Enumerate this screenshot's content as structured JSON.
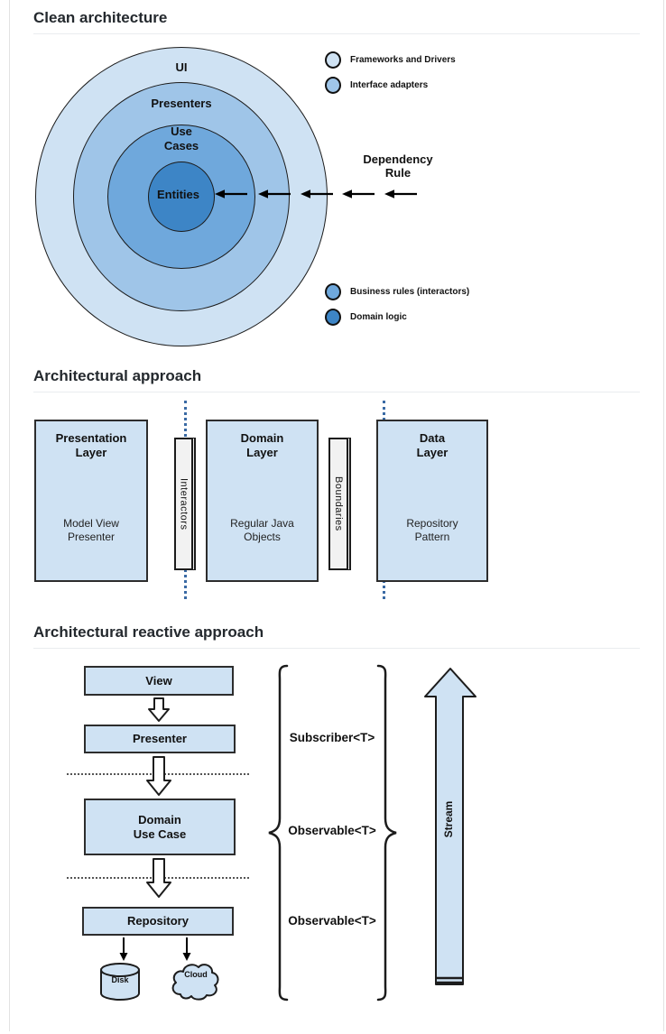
{
  "sections": {
    "clean": {
      "heading": "Clean architecture",
      "rings": [
        {
          "label": "UI",
          "color": "#cfe2f3"
        },
        {
          "label": "Presenters",
          "color": "#9fc5e8"
        },
        {
          "label": "Use\nCases",
          "color": "#6fa8dc"
        },
        {
          "label": "Entities",
          "color": "#3d85c6"
        }
      ],
      "dependency_rule_label": "Dependency\nRule",
      "legend_top": [
        {
          "label": "Frameworks and Drivers",
          "color": "#cfe2f3"
        },
        {
          "label": "Interface adapters",
          "color": "#9fc5e8"
        }
      ],
      "legend_bottom": [
        {
          "label": "Business rules (interactors)",
          "color": "#6fa8dc"
        },
        {
          "label": "Domain logic",
          "color": "#3d85c6"
        }
      ]
    },
    "approach": {
      "heading": "Architectural approach",
      "layers": [
        {
          "title": "Presentation\nLayer",
          "body": "Model View\nPresenter"
        },
        {
          "title": "Domain\nLayer",
          "body": "Regular Java\nObjects"
        },
        {
          "title": "Data\nLayer",
          "body": "Repository\nPattern"
        }
      ],
      "connectors": [
        {
          "label": "Interactors"
        },
        {
          "label": "Boundaries"
        }
      ]
    },
    "reactive": {
      "heading": "Architectural reactive approach",
      "flow": [
        {
          "label": "View"
        },
        {
          "label": "Presenter"
        },
        {
          "label": "Domain\nUse Case"
        },
        {
          "label": "Repository"
        }
      ],
      "type_labels": [
        {
          "label": "Subscriber<T>"
        },
        {
          "label": "Observable<T>"
        },
        {
          "label": "Observable<T>"
        }
      ],
      "storage": [
        {
          "label": "Disk"
        },
        {
          "label": "Cloud"
        }
      ],
      "stream_label": "Stream"
    }
  }
}
